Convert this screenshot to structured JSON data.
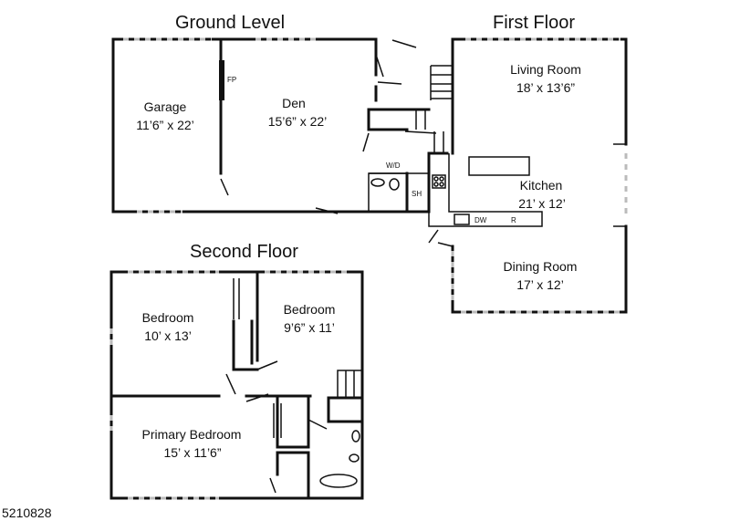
{
  "sections": {
    "ground": "Ground Level",
    "first": "First Floor",
    "second": "Second Floor"
  },
  "rooms": {
    "garage": {
      "name": "Garage",
      "dims": "11’6” x 22’"
    },
    "den": {
      "name": "Den",
      "dims": "15’6” x 22’"
    },
    "living": {
      "name": "Living Room",
      "dims": "18’ x 13’6”"
    },
    "kitchen": {
      "name": "Kitchen",
      "dims": "21’ x 12’"
    },
    "dining": {
      "name": "Dining Room",
      "dims": "17’ x 12’"
    },
    "bedroom1": {
      "name": "Bedroom",
      "dims": "10’ x 13’"
    },
    "bedroom2": {
      "name": "Bedroom",
      "dims": "9’6” x 11’"
    },
    "primary": {
      "name": "Primary Bedroom",
      "dims": "15’ x 11’6”"
    }
  },
  "labels": {
    "fp": "FP",
    "wd": "W/D",
    "sh": "SH",
    "dw": "DW",
    "r": "R"
  },
  "listing_id": "5210828"
}
